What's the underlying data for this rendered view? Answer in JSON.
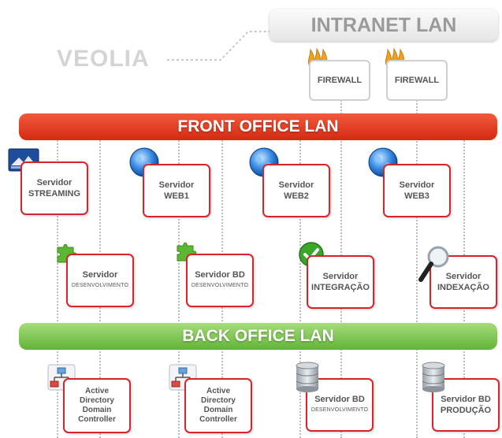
{
  "brand": "VEOLIA",
  "intranet_label": "INTRANET LAN",
  "firewalls": [
    {
      "label": "FIREWALL",
      "icon": "fire-icon"
    },
    {
      "label": "FIREWALL",
      "icon": "fire-icon"
    }
  ],
  "front_office_label": "FRONT OFFICE LAN",
  "back_office_label": "BACK OFFICE LAN",
  "front_servers": [
    {
      "line1": "Servidor",
      "line2": "STREAMING",
      "icon": "streaming-icon"
    },
    {
      "line1": "Servidor",
      "line2": "WEB1",
      "icon": "globe-icon"
    },
    {
      "line1": "Servidor",
      "line2": "WEB2",
      "icon": "globe-icon"
    },
    {
      "line1": "Servidor",
      "line2": "WEB3",
      "icon": "globe-icon"
    }
  ],
  "mid_servers": [
    {
      "line1": "Servidor",
      "line2": "DESENVOLVIMENTO",
      "icon": "puzzle-icon"
    },
    {
      "line1": "Servidor BD",
      "line2": "DESENVOLVIMENTO",
      "icon": "puzzle-icon"
    },
    {
      "line1": "Servidor",
      "line2": "INTEGRAÇÃO",
      "icon": "check-icon"
    },
    {
      "line1": "Servidor",
      "line2": "INDEXAÇÃO",
      "icon": "magnifier-icon"
    }
  ],
  "back_servers": [
    {
      "lines": [
        "Active",
        "Directory",
        "Domain",
        "Controller"
      ],
      "icon": "network-icon"
    },
    {
      "lines": [
        "Active",
        "Directory",
        "Domain",
        "Controller"
      ],
      "icon": "network-icon"
    },
    {
      "line1": "Servidor BD",
      "line2": "DESENVOLVIMENTO",
      "icon": "database-icon"
    },
    {
      "line1": "Servidor BD",
      "line2": "PRODUÇÃO",
      "icon": "database-icon"
    }
  ]
}
